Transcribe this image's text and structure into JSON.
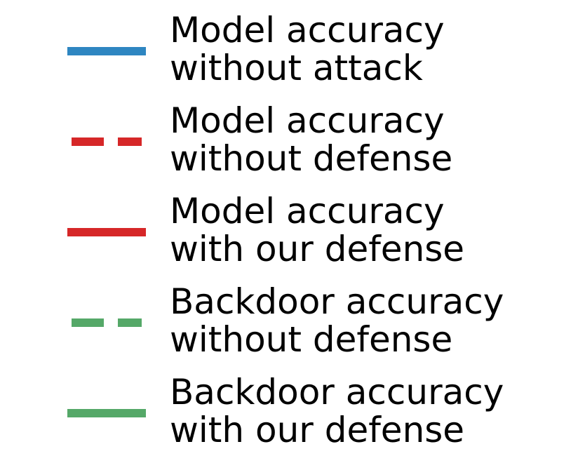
{
  "chart_data": {
    "type": "line",
    "title": "",
    "legend": {
      "entries": [
        {
          "lines": [
            "Model accuracy",
            "without attack"
          ],
          "color": "#2e86c1",
          "style": "solid"
        },
        {
          "lines": [
            "Model accuracy",
            "without defense"
          ],
          "color": "#d62728",
          "style": "dashed"
        },
        {
          "lines": [
            "Model accuracy",
            "with our defense"
          ],
          "color": "#d62728",
          "style": "solid"
        },
        {
          "lines": [
            "Backdoor accuracy",
            "without defense"
          ],
          "color": "#55a868",
          "style": "dashed"
        },
        {
          "lines": [
            "Backdoor accuracy",
            "with our defense"
          ],
          "color": "#55a868",
          "style": "solid"
        }
      ]
    }
  }
}
